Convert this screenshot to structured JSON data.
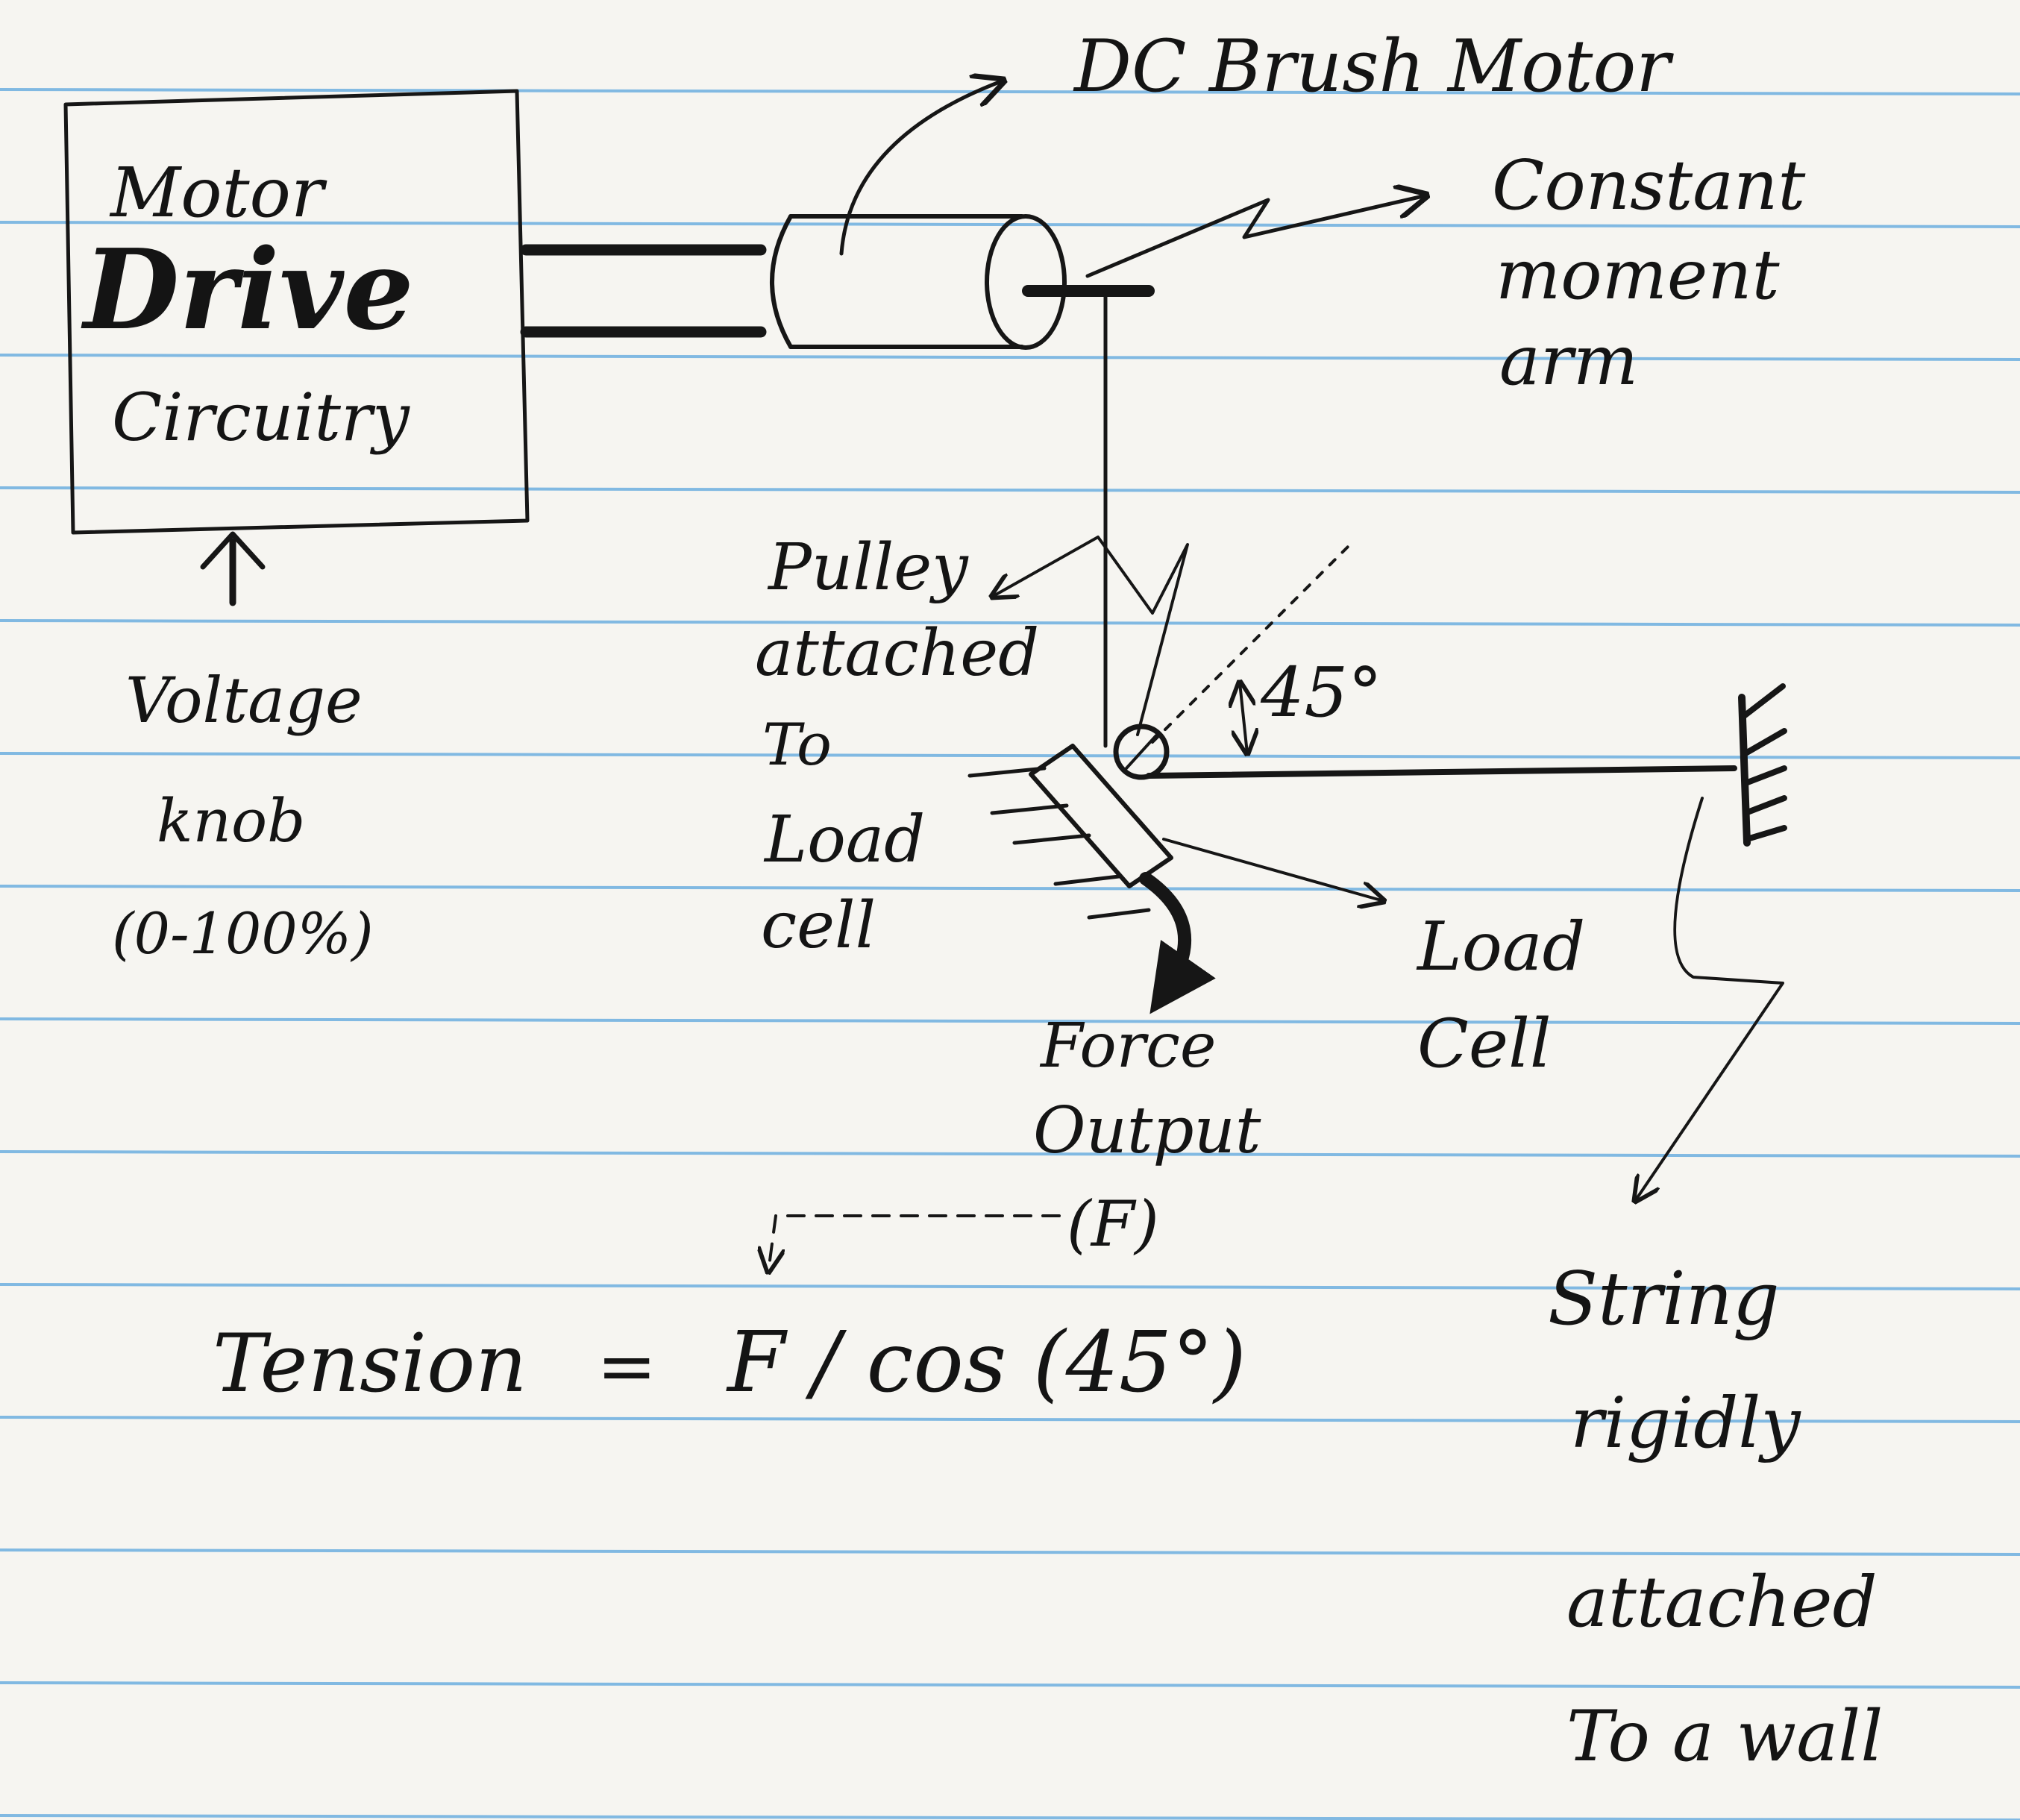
{
  "page": {
    "paper_color": "#f6f5f1",
    "rule_color": "#5aa6dd",
    "ink_color": "#161616"
  },
  "labels": {
    "motor_box": [
      "Motor",
      "Drive",
      "Circuitry"
    ],
    "voltage_knob": [
      "Voltage",
      "knob",
      "(0-100%)"
    ],
    "dc_motor": "DC Brush Motor",
    "moment_arm": [
      "Constant",
      "moment",
      "arm"
    ],
    "pulley": [
      "Pulley",
      "attached",
      "To",
      "Load",
      "cell"
    ],
    "angle": "45°",
    "load_cell": [
      "Load",
      "Cell"
    ],
    "force_output": [
      "Force",
      "Output",
      "(F)"
    ],
    "string": [
      "String",
      "rigidly",
      "attached",
      "To a wall"
    ],
    "equation": {
      "lhs": "Tension",
      "equals": "=",
      "rhs": "F / cos (45°)"
    }
  }
}
